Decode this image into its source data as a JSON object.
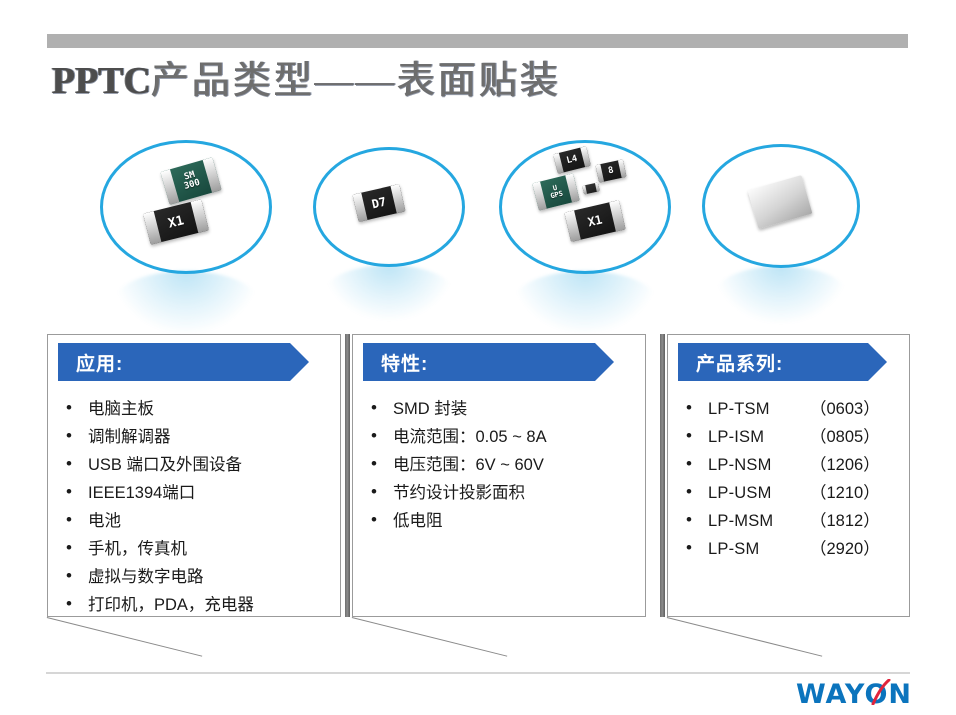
{
  "slide": {
    "title_latin": "PPTC",
    "title_cjk": "产品类型——表面贴装"
  },
  "photos": {
    "caption_alt": "PPTC 表面贴装产品照片",
    "groups": [
      {
        "name": "group-1",
        "parts": [
          {
            "label": "SM\n300",
            "style": "green"
          },
          {
            "label": "X1",
            "style": "black"
          }
        ]
      },
      {
        "name": "group-2",
        "parts": [
          {
            "label": "D7",
            "style": "black"
          }
        ]
      },
      {
        "name": "group-3",
        "parts": [
          {
            "label": "L4",
            "style": "black"
          },
          {
            "label": "8",
            "style": "black"
          },
          {
            "label": "U\nGPS",
            "style": "green"
          },
          {
            "label": "",
            "style": "tiny"
          },
          {
            "label": "X1",
            "style": "black"
          }
        ]
      },
      {
        "name": "group-4",
        "parts": [
          {
            "label": "",
            "style": "silver"
          }
        ]
      }
    ]
  },
  "columns": [
    {
      "key": "applications",
      "header": "应用:",
      "items": [
        "电脑主板",
        "调制解调器",
        "USB 端口及外围设备",
        "IEEE1394端口",
        "电池",
        "手机，传真机",
        "虚拟与数字电路",
        "打印机，PDA，充电器"
      ]
    },
    {
      "key": "features",
      "header": "特性:",
      "items": [
        "SMD 封装",
        "电流范围：0.05 ~ 8A",
        "电压范围：6V ~ 60V",
        "节约设计投影面积",
        "低电阻"
      ]
    },
    {
      "key": "series",
      "header": "产品系列:",
      "items": [
        {
          "name": "LP-TSM",
          "size": "（0603）"
        },
        {
          "name": "LP-ISM",
          "size": "（0805）"
        },
        {
          "name": "LP-NSM",
          "size": "（1206）"
        },
        {
          "name": "LP-USM",
          "size": "（1210）"
        },
        {
          "name": "LP-MSM",
          "size": "（1812）"
        },
        {
          "name": "LP-SM",
          "size": "（2920）"
        }
      ]
    }
  ],
  "footer": {
    "logo_text_1": "WAY",
    "logo_text_2": "ON"
  },
  "colors": {
    "header_blue": "#2b66ba",
    "oval_blue": "#25a7e0",
    "top_bar_gray": "#b0b0b0",
    "logo_blue": "#0b74bd",
    "logo_red": "#e0243c",
    "title_gray": "#5a5a5a"
  }
}
